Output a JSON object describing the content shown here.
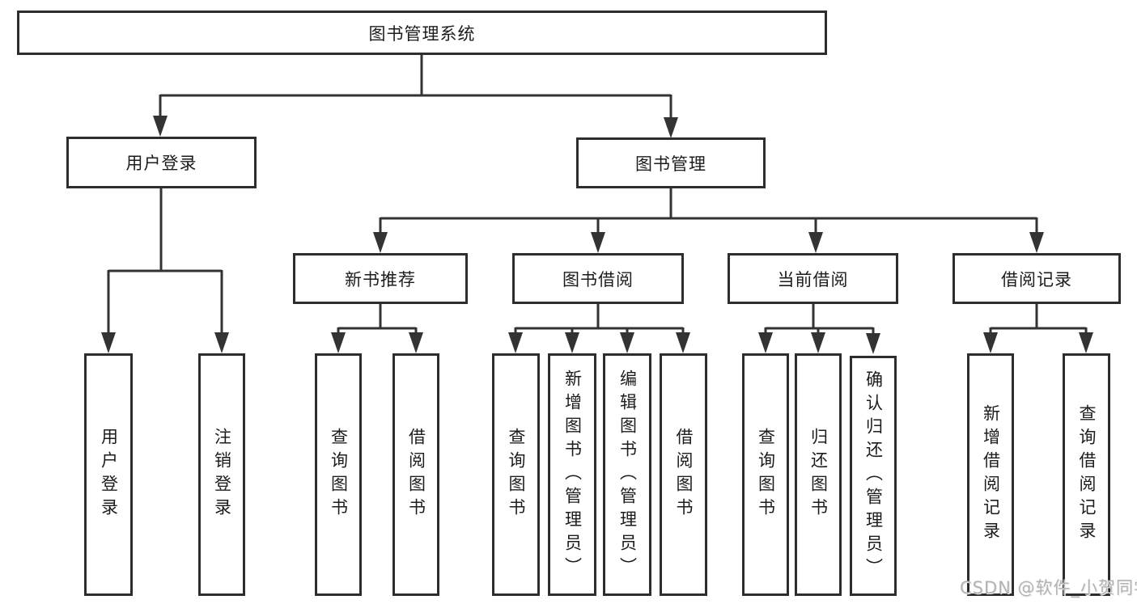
{
  "tree": {
    "label": "图书管理系统",
    "children": [
      {
        "label": "用户登录",
        "children": [
          {
            "label": "用户登录"
          },
          {
            "label": "注销登录"
          }
        ]
      },
      {
        "label": "图书管理",
        "children": [
          {
            "label": "新书推荐",
            "children": [
              {
                "label": "查询图书"
              },
              {
                "label": "借阅图书"
              }
            ]
          },
          {
            "label": "图书借阅",
            "children": [
              {
                "label": "查询图书"
              },
              {
                "label": "新增图书（管理员）"
              },
              {
                "label": "编辑图书（管理员）"
              },
              {
                "label": "借阅图书"
              }
            ]
          },
          {
            "label": "当前借阅",
            "children": [
              {
                "label": "查询图书"
              },
              {
                "label": "归还图书"
              },
              {
                "label": "确认归还（管理员）"
              }
            ]
          },
          {
            "label": "借阅记录",
            "children": [
              {
                "label": "新增借阅记录"
              },
              {
                "label": "查询借阅记录"
              }
            ]
          }
        ]
      }
    ]
  },
  "watermark": "CSDN @软件_小贺同学",
  "colors": {
    "line": "#333333",
    "border": "#2d2d2d",
    "text": "#1c1c1c",
    "background": "#ffffff",
    "watermark": "#b3b3b3"
  }
}
